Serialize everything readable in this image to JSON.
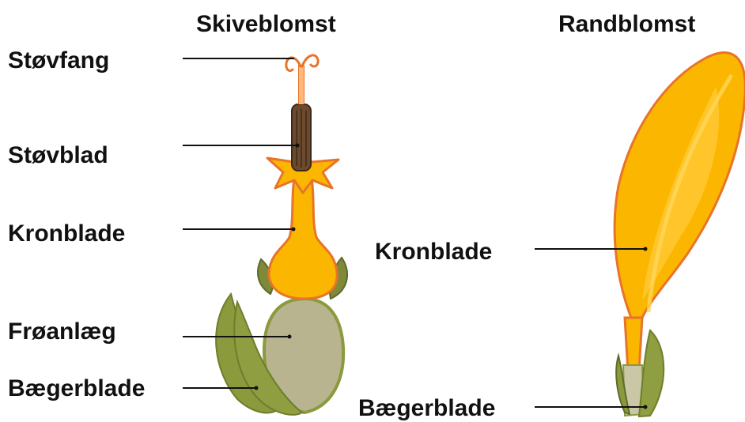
{
  "titles": {
    "disc_flower": "Skiveblomst",
    "ray_flower": "Randblomst"
  },
  "disc_labels": {
    "stigma": "Støvfang",
    "stamen": "Støvblad",
    "petals": "Kronblade",
    "ovary": "Frøanlæg",
    "sepals": "Bægerblade"
  },
  "ray_labels": {
    "petals": "Kronblade",
    "sepals": "Bægerblade"
  },
  "colors": {
    "petal_yellow": "#fbb700",
    "petal_light": "#ffd23a",
    "outline_orange": "#e8742a",
    "stamen_brown": "#6b4a2e",
    "ovary_gray": "#b7b48f",
    "sepal_green": "#8a9a3c",
    "leader_line": "#111111"
  }
}
